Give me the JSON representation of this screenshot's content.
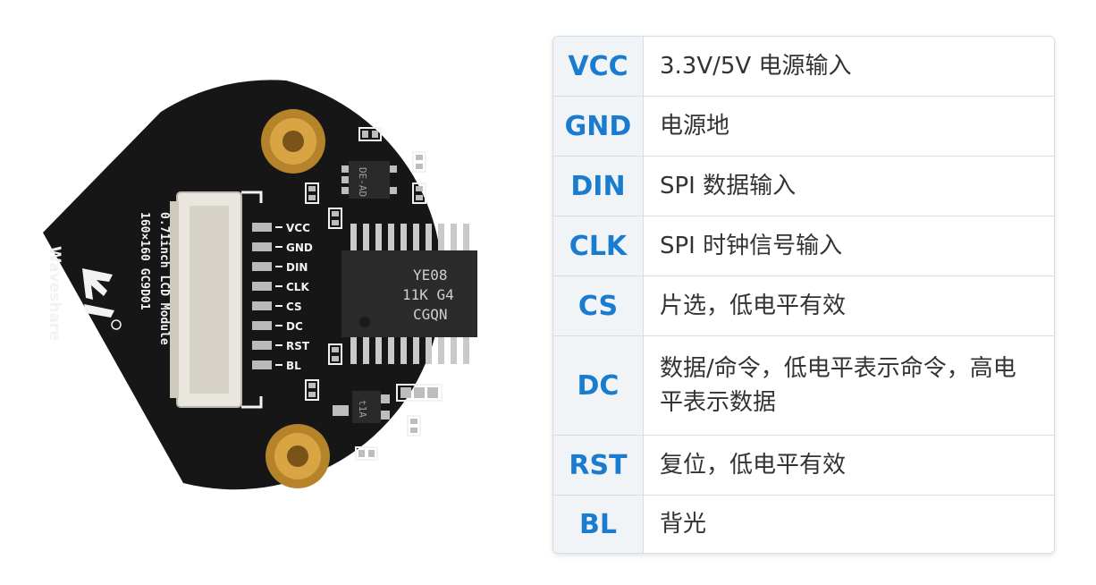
{
  "board": {
    "brand": "Waveshare",
    "model_line1": "0.71inch LCD Module",
    "model_line2": "160×160   GC9D01",
    "pin_labels": [
      "VCC",
      "GND",
      "DIN",
      "CLK",
      "CS",
      "DC",
      "RST",
      "BL"
    ],
    "chip_marking": [
      "YE08",
      "11K G4",
      "CGQN"
    ],
    "small_chip_marking": "DE-AD",
    "small_chip2_marking": "t1A",
    "colors": {
      "pcb": "#1a1a1a",
      "gold": "#c8962e",
      "silkscreen": "#f2f2f2",
      "accent": "#1a7ccf"
    }
  },
  "table": {
    "rows": [
      {
        "pin": "VCC",
        "desc": "3.3V/5V 电源输入"
      },
      {
        "pin": "GND",
        "desc": "电源地"
      },
      {
        "pin": "DIN",
        "desc": "SPI 数据输入"
      },
      {
        "pin": "CLK",
        "desc": "SPI 时钟信号输入"
      },
      {
        "pin": "CS",
        "desc": "片选，低电平有效"
      },
      {
        "pin": "DC",
        "desc": "数据/命令，低电平表示命令，高电平表示数据"
      },
      {
        "pin": "RST",
        "desc": "复位，低电平有效"
      },
      {
        "pin": "BL",
        "desc": "背光"
      }
    ]
  }
}
